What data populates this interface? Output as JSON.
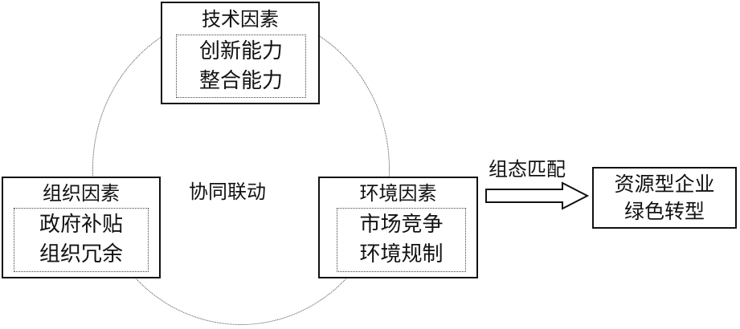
{
  "diagram": {
    "technology": {
      "title": "技术因素",
      "items": [
        "创新能力",
        "整合能力"
      ]
    },
    "organization": {
      "title": "组织因素",
      "items": [
        "政府补贴",
        "组织冗余"
      ]
    },
    "environment": {
      "title": "环境因素",
      "items": [
        "市场竞争",
        "环境规制"
      ]
    },
    "center_label": "协同联动",
    "arrow_label": "组态匹配",
    "outcome": {
      "lines": [
        "资源型企业",
        "绿色转型"
      ]
    }
  }
}
